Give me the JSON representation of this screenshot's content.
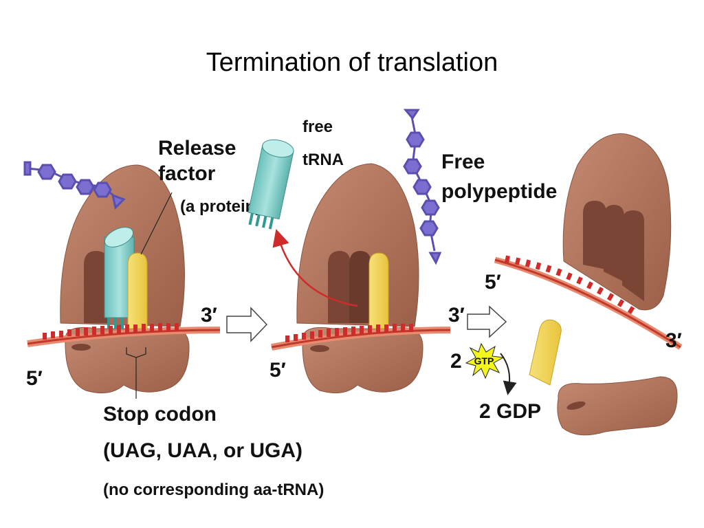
{
  "title": "Termination of translation",
  "panel1": {
    "release_factor_line1": "Release",
    "release_factor_line2": "factor",
    "release_factor_line3": "(a protein)",
    "five_prime": "5′",
    "three_prime": "3′",
    "stop_codon": "Stop codon",
    "stop_codon_list": "(UAG, UAA, or UGA)",
    "no_aa_trna": "(no corresponding aa-tRNA)"
  },
  "panel2": {
    "free_trna_line1": "free",
    "free_trna_line2": "tRNA",
    "free_polypeptide_line1": "Free",
    "free_polypeptide_line2": "polypeptide",
    "five_prime": "5′",
    "three_prime": "3′"
  },
  "panel3": {
    "gtp_count": "2",
    "gtp": "GTP",
    "gdp": "2 GDP",
    "five_prime": "5′",
    "three_prime": "3′"
  },
  "colors": {
    "ribosome": "#b77a62",
    "ribosome_dark": "#7a4535",
    "mrna": "#d02b2b",
    "trna": "#8fd3cf",
    "release_factor": "#f2d45a",
    "polypeptide": "#7a6fd0",
    "gtp_burst": "#f5f51e"
  }
}
